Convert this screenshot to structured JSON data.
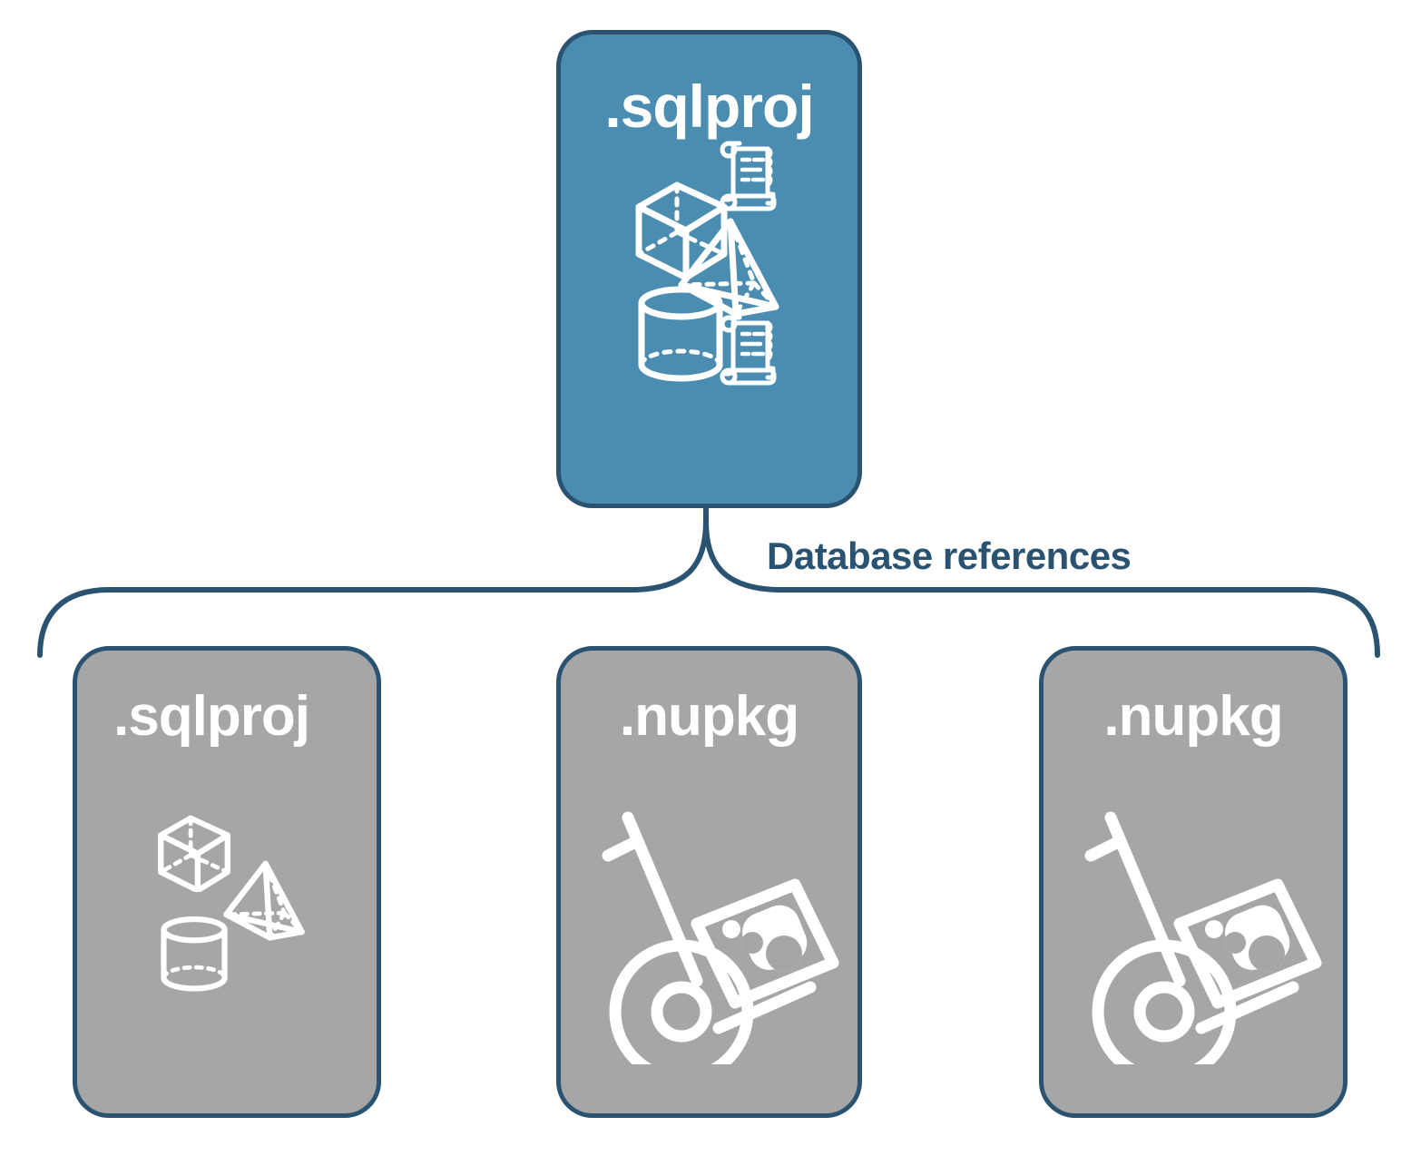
{
  "diagram": {
    "title": "Database references",
    "colors": {
      "primary_fill": "#4a8db0",
      "secondary_fill": "#a6a6a6",
      "stroke": "#2a5372",
      "icon": "#ffffff",
      "background": "#ffffff"
    }
  },
  "root_node": {
    "label": ".sqlproj",
    "type": "primary",
    "icons": [
      "cube-icon",
      "scroll-icon",
      "pyramid-icon",
      "cylinder-icon",
      "scroll-icon"
    ]
  },
  "connector": {
    "label": "Database references",
    "shape": "curly-brace"
  },
  "reference_nodes": [
    {
      "label": ".sqlproj",
      "type": "secondary",
      "icons": [
        "cube-icon",
        "pyramid-icon",
        "cylinder-icon"
      ]
    },
    {
      "label": ".nupkg",
      "type": "secondary",
      "icons": [
        "nuget-package-handtruck-icon"
      ]
    },
    {
      "label": ".nupkg",
      "type": "secondary",
      "icons": [
        "nuget-package-handtruck-icon"
      ]
    }
  ]
}
